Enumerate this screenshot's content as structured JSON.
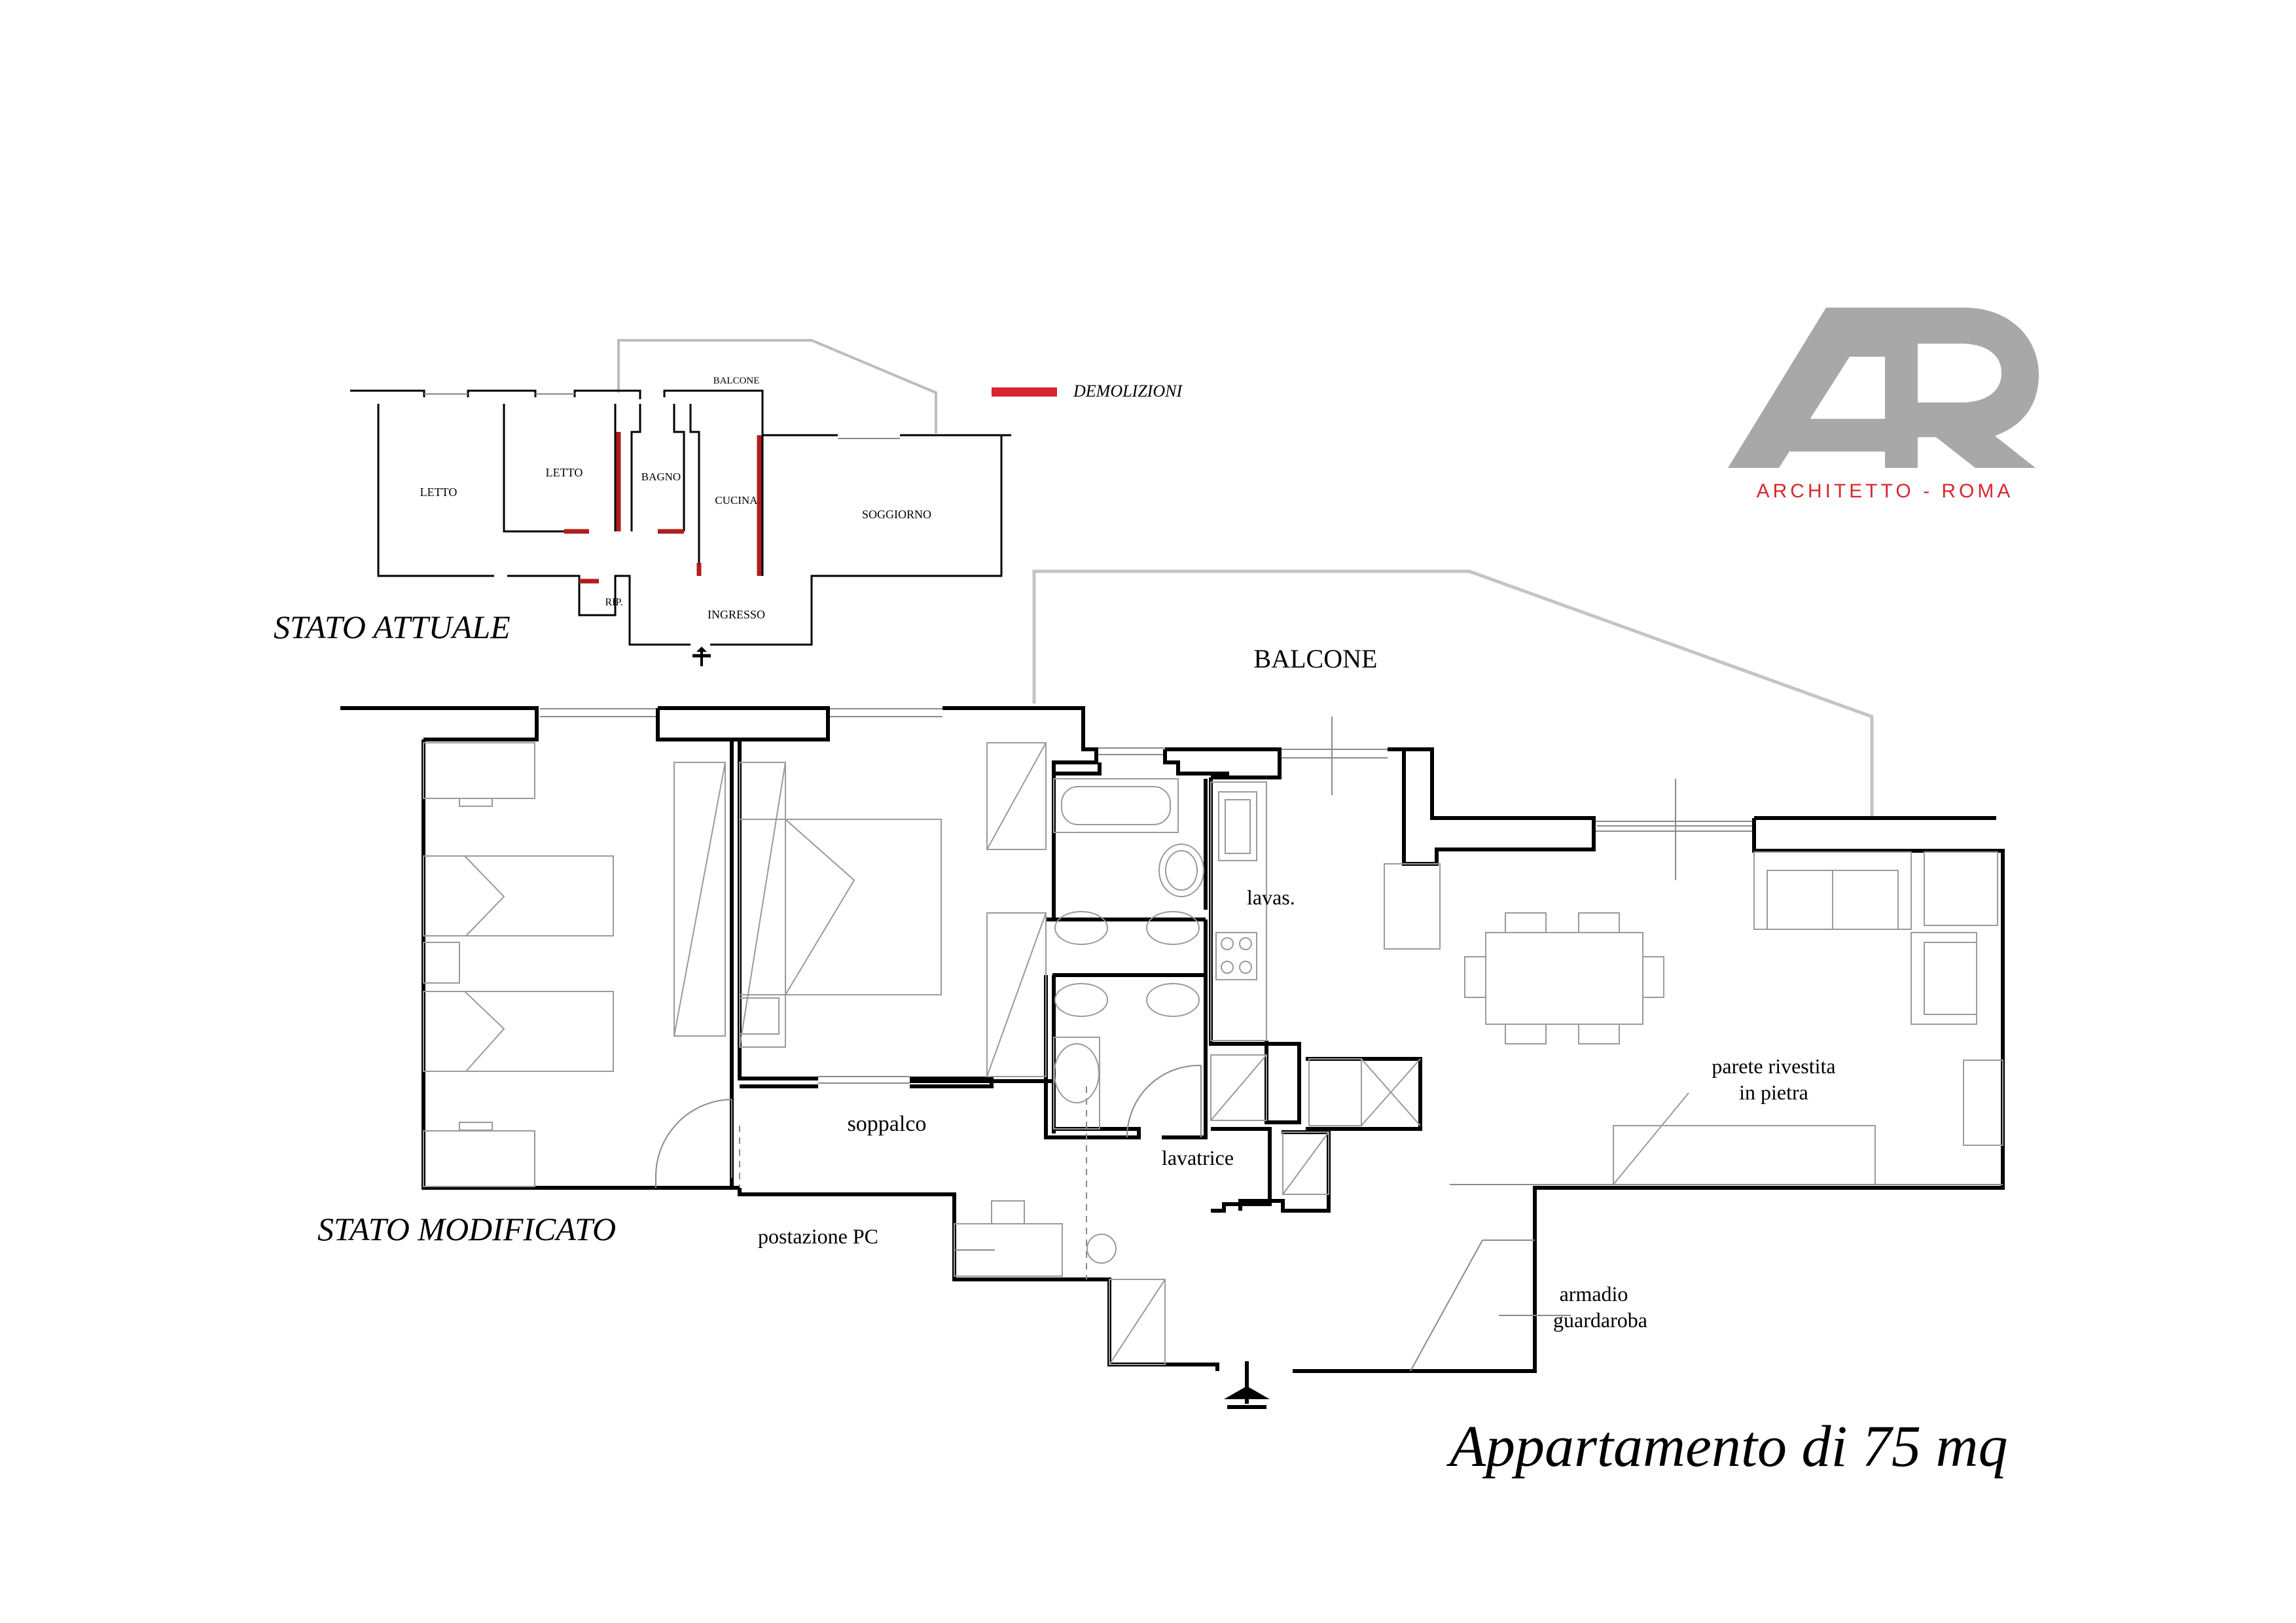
{
  "document": {
    "main_title": "Appartamento di 75 mq"
  },
  "logo": {
    "monogram": "AR",
    "caption": "ARCHITETTO - ROMA",
    "monogram_color": "#a8a8a8",
    "caption_color": "#d7262e"
  },
  "legend": {
    "demolition_label": "DEMOLIZIONI",
    "demolition_color": "#d7262e"
  },
  "plan_existing": {
    "title": "STATO ATTUALE",
    "rooms": {
      "balcony": "BALCONE",
      "bedroom_1": "LETTO",
      "bedroom_2": "LETTO",
      "bathroom": "BAGNO",
      "kitchen": "CUCINA",
      "living": "SOGGIORNO",
      "storage": "RIP.",
      "entrance": "INGRESSO"
    }
  },
  "plan_modified": {
    "title": "STATO MODIFICATO",
    "labels": {
      "balcony": "BALCONE",
      "sink": "lavas.",
      "mezzanine": "soppalco",
      "washing_machine": "lavatrice",
      "pc_station": "postazione PC",
      "stone_wall_line1": "parete rivestita",
      "stone_wall_line2": "in pietra",
      "wardrobe_line1": "armadio",
      "wardrobe_line2": "guardaroba"
    }
  }
}
